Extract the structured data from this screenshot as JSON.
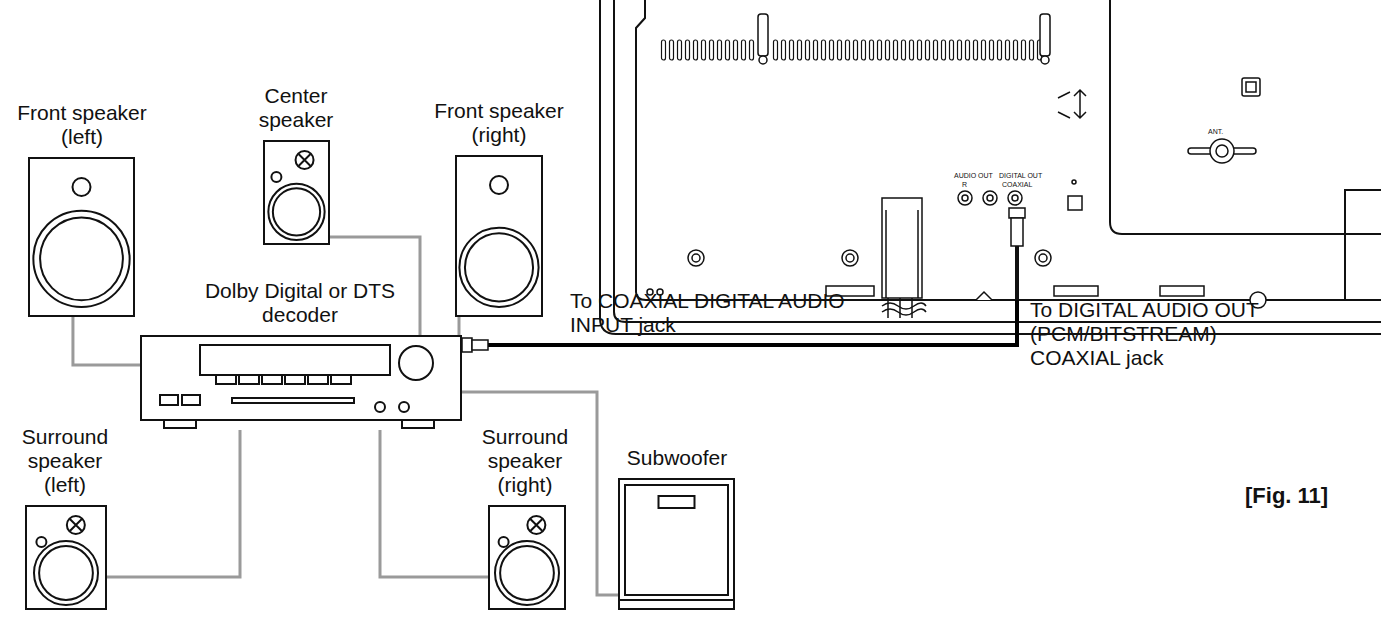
{
  "diagram": {
    "nodes": [
      {
        "text": [
          "Front speaker (left)"
        ]
      },
      {
        "text": [
          "Center speaker"
        ]
      },
      {
        "text": [
          "Front speaker (right)"
        ]
      },
      {
        "text": [
          "AUDIO OUT",
          "R",
          "DIGITAL OUT",
          "COAXIAL",
          "ANT."
        ]
      },
      {
        "text": [
          "Dolby Digital or DTS decoder"
        ]
      },
      {
        "text": [
          "Surround speaker (left)"
        ]
      },
      {
        "text": [
          "Surround speaker (right)"
        ]
      },
      {
        "text": [
          "Subwoofer"
        ]
      }
    ],
    "edges": [
      {
        "from": 4,
        "to": 0,
        "arrow": "none"
      },
      {
        "from": 4,
        "to": 1,
        "arrow": "none"
      },
      {
        "from": 4,
        "to": 2,
        "arrow": "none"
      },
      {
        "from": 4,
        "to": 5,
        "arrow": "none"
      },
      {
        "from": 4,
        "to": 6,
        "arrow": "none"
      },
      {
        "from": 4,
        "to": 7,
        "arrow": "none"
      },
      {
        "from": 4,
        "to": 3,
        "arrow": "none"
      }
    ],
    "labels": [
      "To COAXIAL DIGITAL AUDIO INPUT jack",
      "To DIGITAL AUDIO OUT (PCM/BITSTREAM) COAXIAL jack",
      "[Fig. 11]"
    ]
  }
}
